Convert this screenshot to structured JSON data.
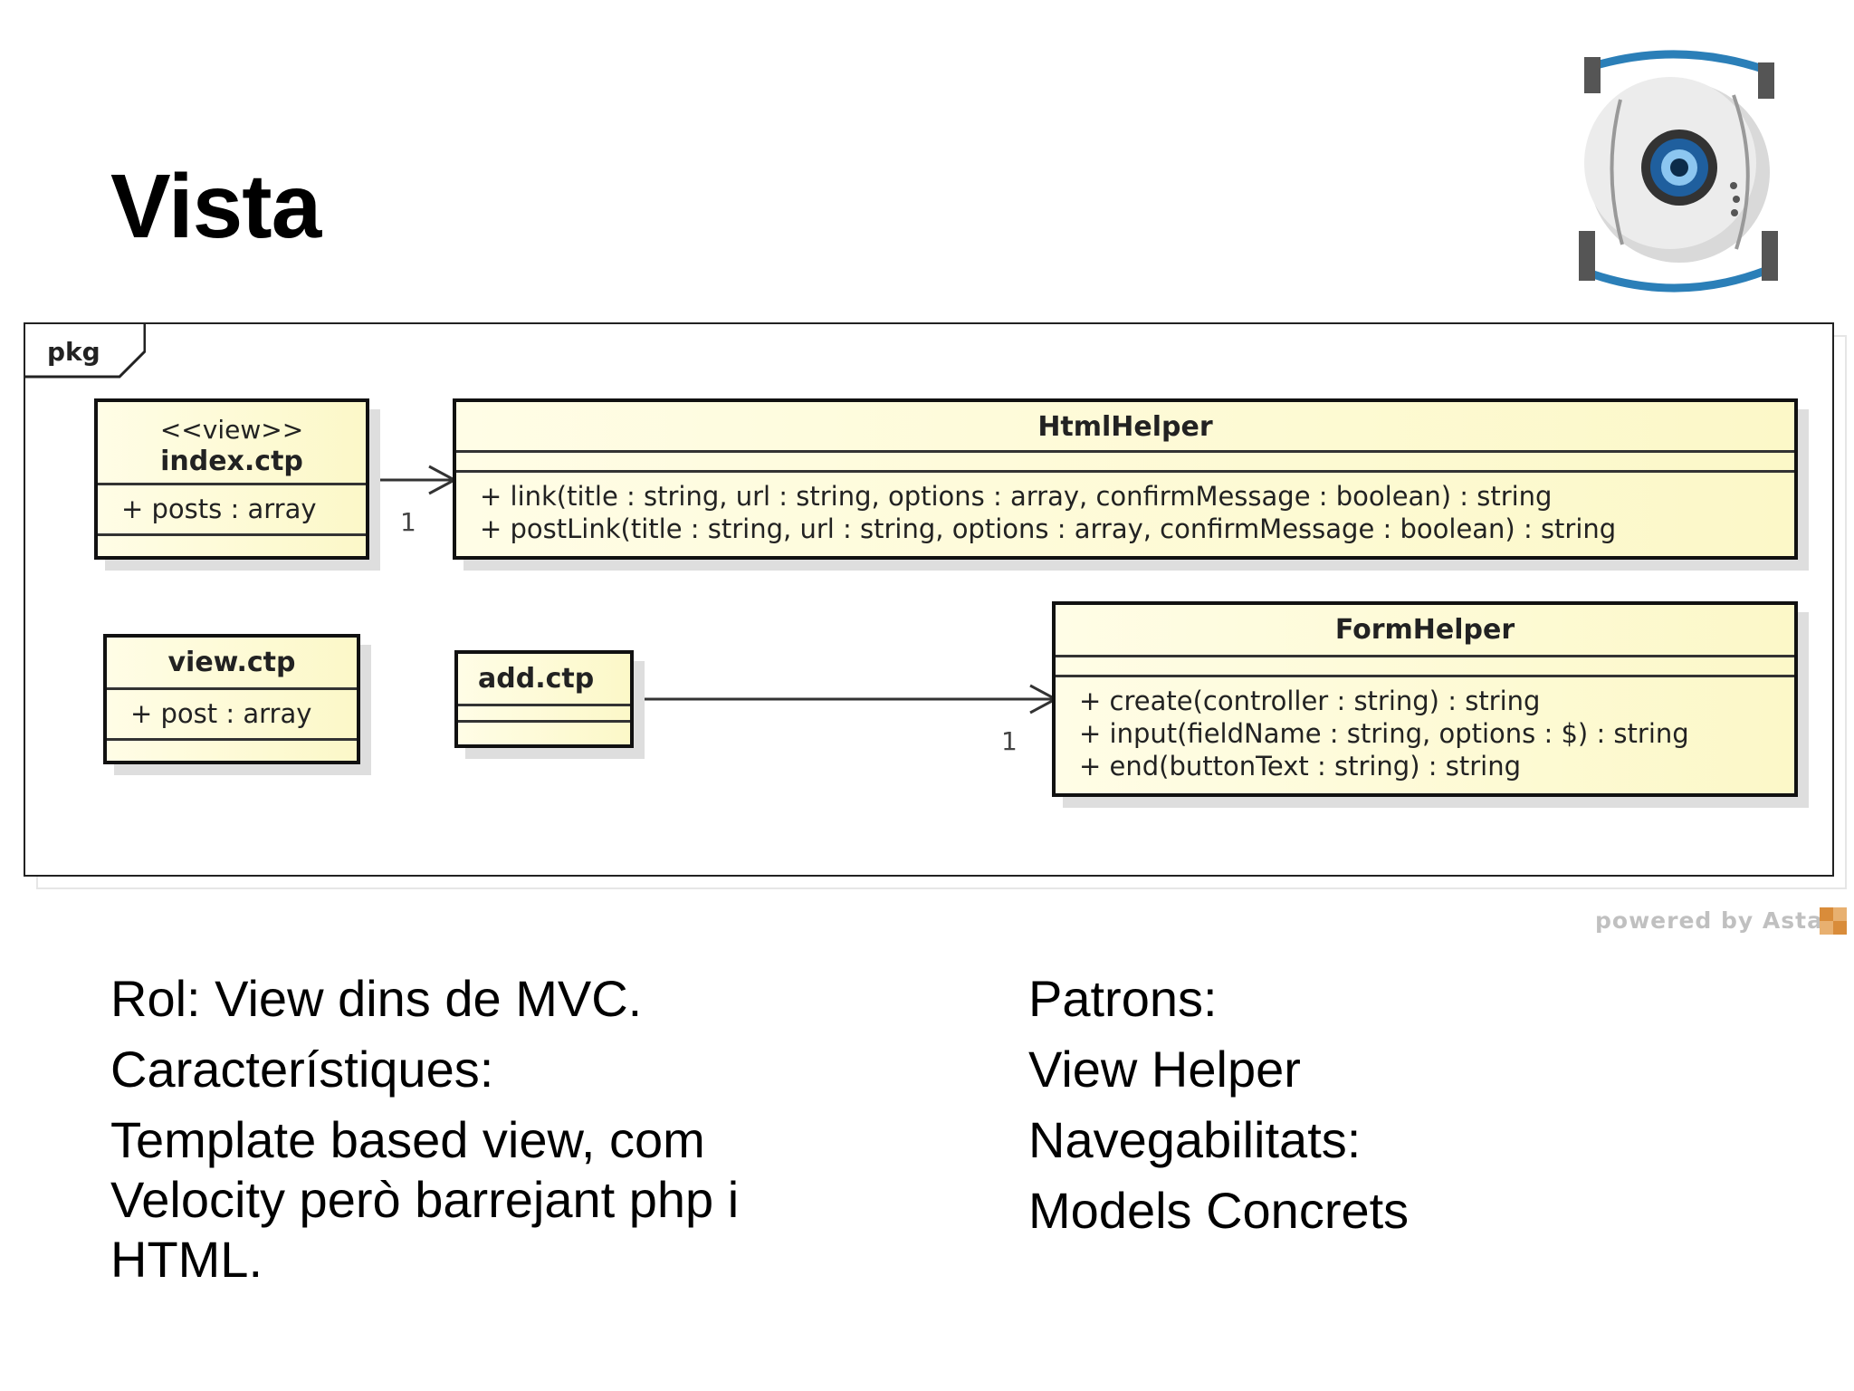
{
  "slide": {
    "title": "Vista"
  },
  "diagram": {
    "package_label": "pkg",
    "classes": {
      "index": {
        "stereotype": "<<view>>",
        "name": "index.ctp",
        "attributes": [
          "+ posts : array"
        ]
      },
      "html_helper": {
        "name": "HtmlHelper",
        "methods": [
          "+ link(title : string, url : string, options : array, confirmMessage : boolean) : string",
          "+ postLink(title : string, url : string, options : array, confirmMessage : boolean) : string"
        ]
      },
      "view": {
        "name": "view.ctp",
        "attributes": [
          "+ post : array"
        ]
      },
      "add": {
        "name": "add.ctp"
      },
      "form_helper": {
        "name": "FormHelper",
        "methods": [
          "+ create(controller : string) : string",
          "+ input(fieldName : string, options : $) : string",
          "+ end(buttonText : string) : string"
        ]
      }
    },
    "associations": [
      {
        "from": "index.ctp",
        "to": "HtmlHelper",
        "multiplicity": "1"
      },
      {
        "from": "add.ctp",
        "to": "FormHelper",
        "multiplicity": "1"
      }
    ],
    "watermark": "powered by Astah"
  },
  "left_column": [
    "Rol: View dins de MVC.",
    "Característiques:",
    "Template based view, com",
    "Velocity però barrejant php i",
    "HTML."
  ],
  "right_column": [
    "Patrons:",
    "View Helper",
    "Navegabilitats:",
    "Models Concrets"
  ]
}
